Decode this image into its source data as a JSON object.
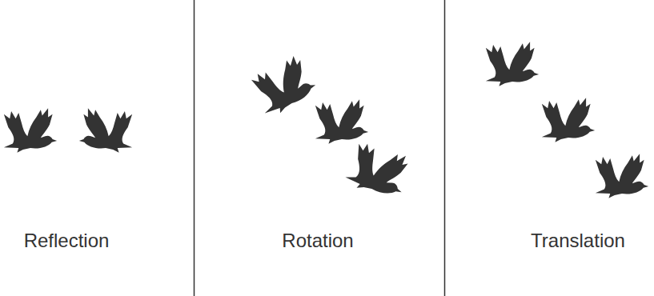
{
  "diagram": {
    "labels": [
      "Reflection",
      "Rotation",
      "Translation"
    ]
  }
}
